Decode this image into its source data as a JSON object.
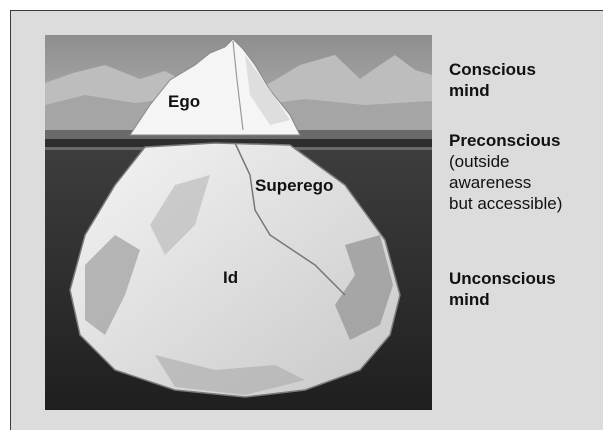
{
  "diagram": {
    "regions": {
      "ego": "Ego",
      "superego": "Superego",
      "id": "Id"
    },
    "levels": {
      "conscious": {
        "line1": "Conscious",
        "line2": "mind"
      },
      "preconscious": {
        "title": "Preconscious",
        "line1": "(outside",
        "line2": "awareness",
        "line3": "but accessible)"
      },
      "unconscious": {
        "line1": "Unconscious",
        "line2": "mind"
      }
    }
  }
}
